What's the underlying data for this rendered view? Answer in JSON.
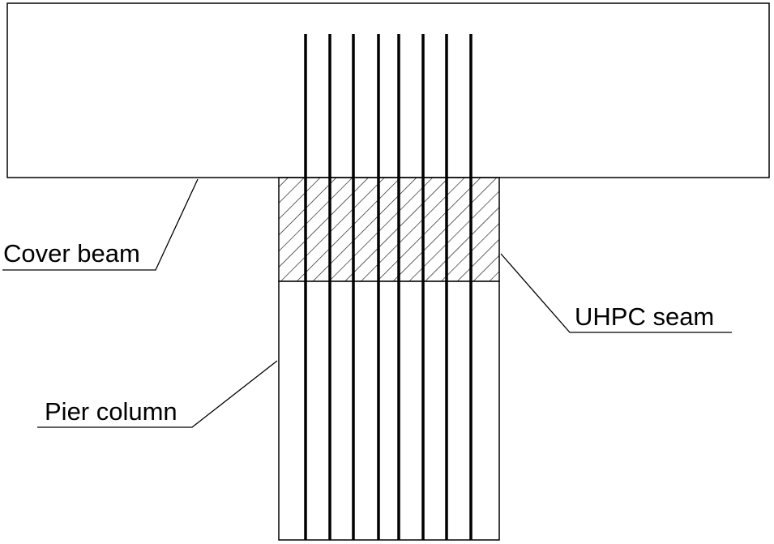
{
  "labels": {
    "cover_beam": "Cover beam",
    "uhpc_seam": "UHPC seam",
    "pier_column": "Pier column"
  },
  "rebar": {
    "count": 8
  },
  "colors": {
    "line": "#000000",
    "background": "#ffffff"
  }
}
